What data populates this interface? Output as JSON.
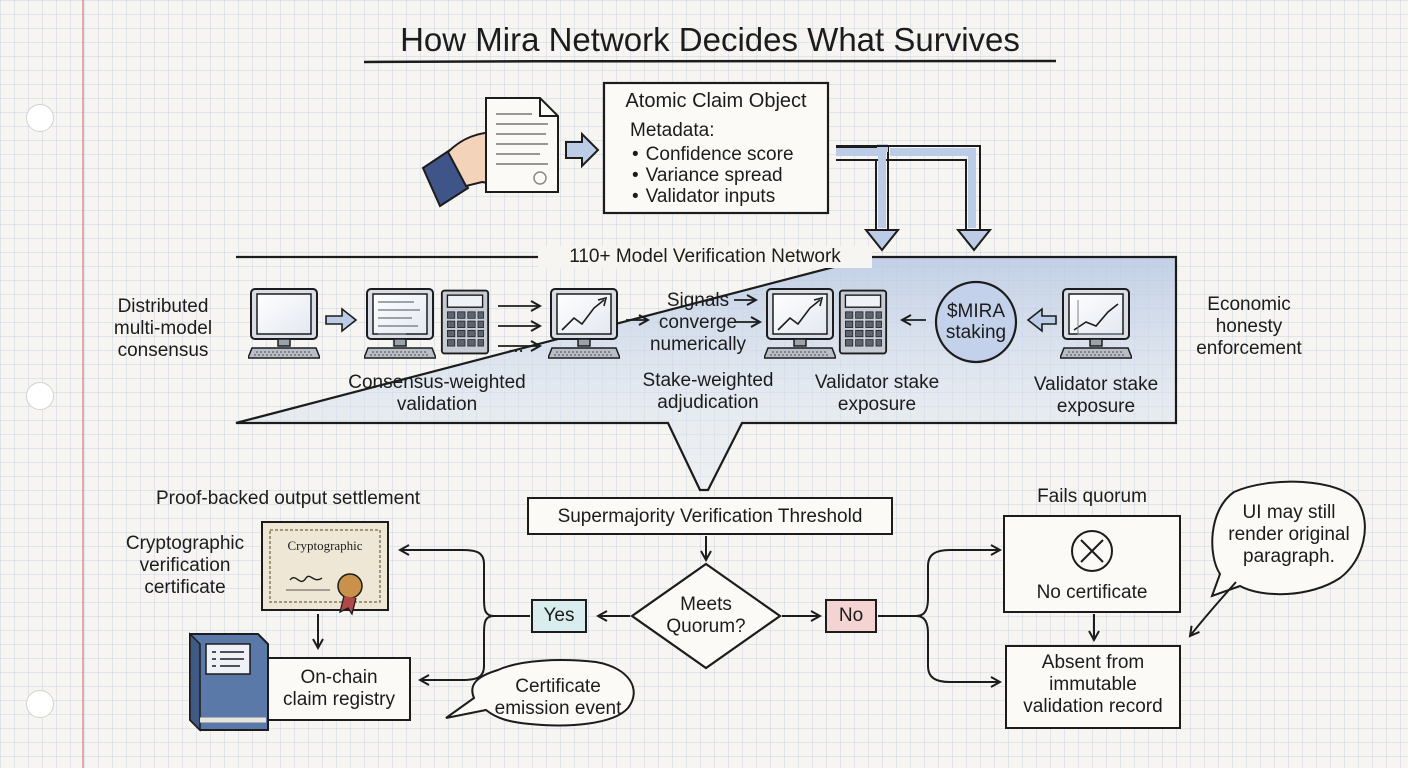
{
  "title": "How Mira Network Decides What Survives",
  "claim_object": {
    "title": "Atomic Claim Object",
    "metadata_label": "Metadata:",
    "items": [
      "Confidence score",
      "Variance spread",
      "Validator inputs"
    ]
  },
  "network": {
    "title": "110+ Model Verification Network",
    "left_caption": "Distributed\nmulti-model\nconsensus",
    "right_caption": "Economic\nhonesty\nenforcement",
    "ellipsis": "...",
    "signals": "Signals\nconverge\nnumerically",
    "label_consensus": "Consensus-weighted\nvalidation",
    "label_stake_adjudication": "Stake-weighted\nadjudication",
    "label_validator_1": "Validator stake\nexposure",
    "label_validator_2": "Validator stake\nexposure",
    "staking": "$MIRA\nstaking"
  },
  "threshold": "Supermajority Verification Threshold",
  "decision": "Meets\nQuorum?",
  "yes_label": "Yes",
  "no_label": "No",
  "settlement": {
    "heading": "Proof-backed output settlement",
    "certificate_caption": "Cryptographic\nverification\ncertificate",
    "certificate_text": "Cryptographic",
    "registry": "On-chain\nclaim registry",
    "emission": "Certificate\nemission event"
  },
  "failure": {
    "heading": "Fails quorum",
    "no_certificate": "No certificate",
    "absent": "Absent from\nimmutable\nvalidation record",
    "note": "UI may still\nrender original\nparagraph."
  },
  "colors": {
    "ink": "#1c1c1c",
    "blue_wash": "#c9d6ea",
    "yes_fill": "#d9ecee",
    "no_fill": "#f4d3d3",
    "paper": "#f6f5f1",
    "margin_red": "#d77878",
    "gold_seal": "#c9914a",
    "seal_red": "#b04848"
  },
  "icons": [
    "hand-icon",
    "document-icon",
    "monitor-icon",
    "calculator-icon",
    "chart-monitor-icon",
    "certificate-icon",
    "book-icon",
    "circle-x-icon"
  ]
}
